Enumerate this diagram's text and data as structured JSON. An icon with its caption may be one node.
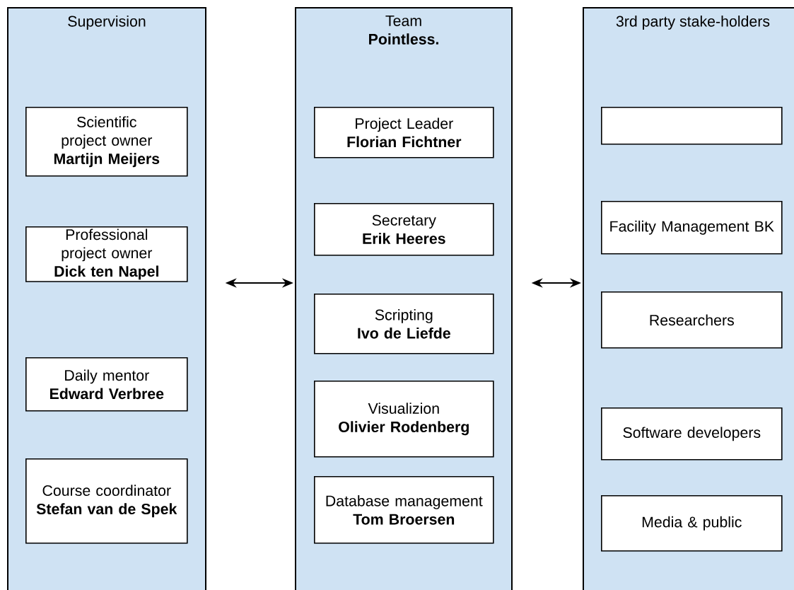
{
  "diagram": {
    "nodes": [
      {
        "text": [
          "Supervision"
        ]
      },
      {
        "text": [
          "Scientific project owner",
          "Martijn Meijers"
        ],
        "in": 0
      },
      {
        "text": [
          "Professional project owner",
          "Dick ten Napel"
        ],
        "in": 0
      },
      {
        "text": [
          "Daily mentor",
          "Edward Verbree"
        ],
        "in": 0
      },
      {
        "text": [
          "Course coordinator",
          "Stefan van de Spek"
        ],
        "in": 0
      },
      {
        "text": [
          "Team",
          "Pointless."
        ]
      },
      {
        "text": [
          "Project Leader",
          "Florian Fichtner"
        ],
        "in": 5
      },
      {
        "text": [
          "Secretary",
          "Erik Heeres"
        ],
        "in": 5
      },
      {
        "text": [
          "Scripting",
          "Ivo de Liefde"
        ],
        "in": 5
      },
      {
        "text": [
          "Visualizion",
          "Olivier Rodenberg"
        ],
        "in": 5
      },
      {
        "text": [
          "Database management",
          "Tom Broersen"
        ],
        "in": 5
      },
      {
        "text": [
          "3rd party stake-holders"
        ]
      },
      {
        "text": [],
        "shape": "box",
        "in": 11
      },
      {
        "text": [
          "Facility Management BK"
        ],
        "in": 11
      },
      {
        "text": [
          "Researchers"
        ],
        "in": 11
      },
      {
        "text": [
          "Software developers"
        ],
        "in": 11
      },
      {
        "text": [
          "Media & public"
        ],
        "in": 11
      }
    ],
    "edges": [
      {
        "from": 0,
        "to": 5,
        "arrow": "both"
      },
      {
        "from": 5,
        "to": 11,
        "arrow": "both"
      }
    ]
  }
}
